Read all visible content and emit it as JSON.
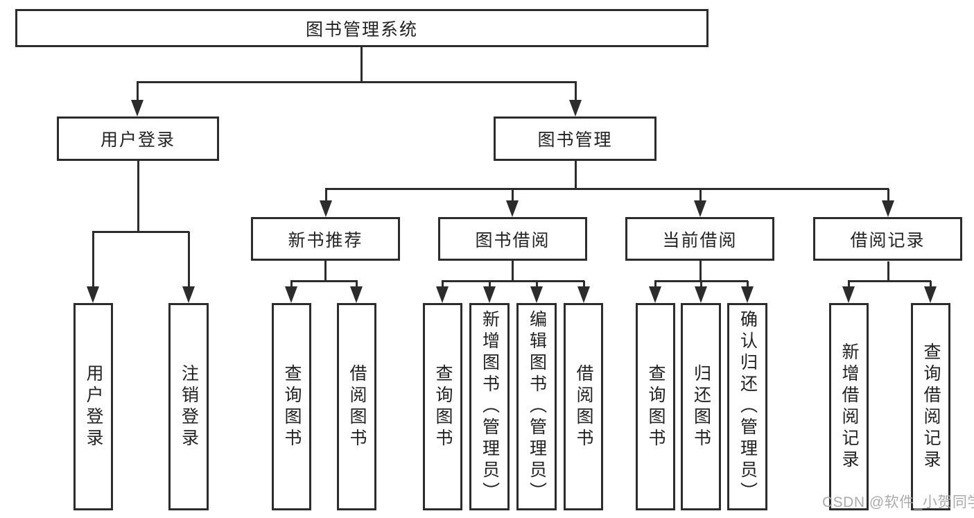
{
  "nodes": {
    "root": "图书管理系统",
    "level2": [
      "用户登录",
      "图书管理"
    ],
    "level3": [
      "新书推荐",
      "图书借阅",
      "当前借阅",
      "借阅记录"
    ],
    "leaves": {
      "login": [
        "用户登录",
        "注销登录"
      ],
      "recommend": [
        "查询图书",
        "借阅图书"
      ],
      "borrow": [
        "查询图书",
        "新增图书（管理员）",
        "编辑图书（管理员）",
        "借阅图书"
      ],
      "current": [
        "查询图书",
        "归还图书",
        "确认归还（管理员）"
      ],
      "records": [
        "新增借阅记录",
        "查询借阅记录"
      ]
    }
  },
  "watermark": "CSDN @软件_小贺同学",
  "colors": {
    "line": "#2c2c2c",
    "text": "#222222",
    "background": "#ffffff",
    "watermark": "#ababab"
  }
}
